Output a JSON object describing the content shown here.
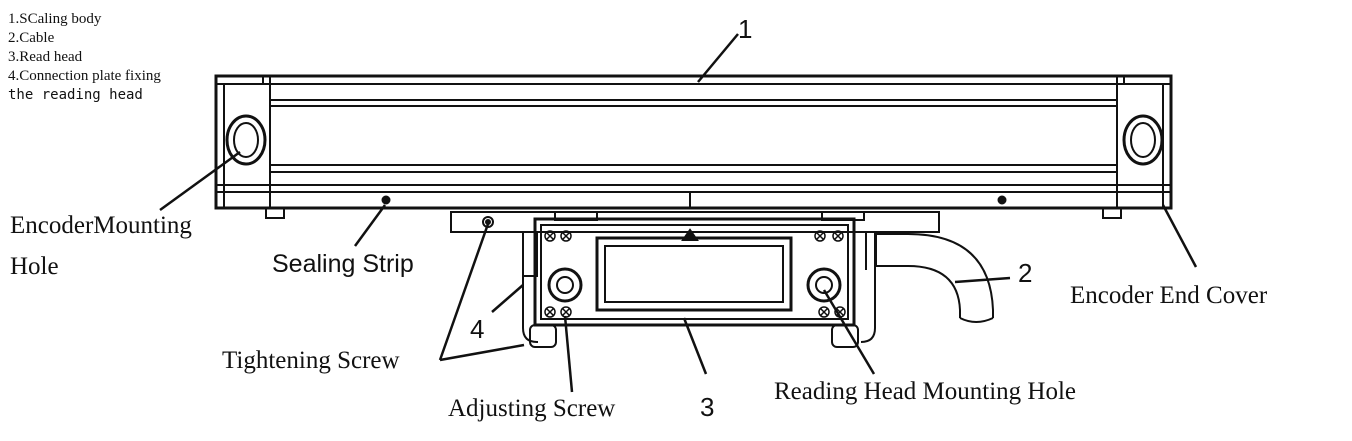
{
  "legend": [
    "1.SCaling body",
    "2.Cable",
    "3.Read head",
    "4.Connection plate fixing",
    "the reading head"
  ],
  "callouts": {
    "n1": "1",
    "n2": "2",
    "n3": "3",
    "n4": "4",
    "encoder_mounting_hole_l1": "EncoderMounting",
    "encoder_mounting_hole_l2": "Hole",
    "sealing_strip": "Sealing Strip",
    "tightening_screw": "Tightening Screw",
    "adjusting_screw": "Adjusting Screw",
    "reading_head_mounting_hole": "Reading Head Mounting Hole",
    "encoder_end_cover": "Encoder End Cover"
  }
}
